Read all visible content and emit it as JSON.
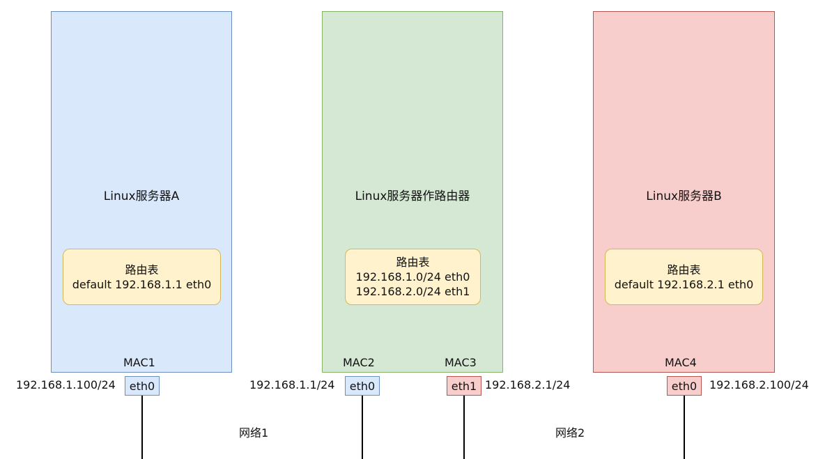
{
  "colors": {
    "server_a_fill": "#dae8fc",
    "server_a_stroke": "#6c8ebf",
    "router_fill": "#d5e8d4",
    "router_stroke": "#82b366",
    "server_b_fill": "#f8cecc",
    "server_b_stroke": "#b85450",
    "table_fill": "#fff2cc",
    "table_stroke": "#d6b656"
  },
  "server_a": {
    "title": "Linux服务器A",
    "route_table": {
      "title": "路由表",
      "rows": [
        "default 192.168.1.1 eth0"
      ]
    },
    "mac": "MAC1",
    "port": "eth0",
    "ip": "192.168.1.100/24"
  },
  "router": {
    "title": "Linux服务器作路由器",
    "route_table": {
      "title": "路由表",
      "rows": [
        "192.168.1.0/24 eth0",
        "192.168.2.0/24 eth1"
      ]
    },
    "port0": {
      "mac": "MAC2",
      "name": "eth0",
      "ip": "192.168.1.1/24"
    },
    "port1": {
      "mac": "MAC3",
      "name": "eth1",
      "ip": "192.168.2.1/24"
    }
  },
  "server_b": {
    "title": "Linux服务器B",
    "route_table": {
      "title": "路由表",
      "rows": [
        "default 192.168.2.1 eth0"
      ]
    },
    "mac": "MAC4",
    "port": "eth0",
    "ip": "192.168.2.100/24"
  },
  "networks": {
    "net1": "网络1",
    "net2": "网络2"
  }
}
